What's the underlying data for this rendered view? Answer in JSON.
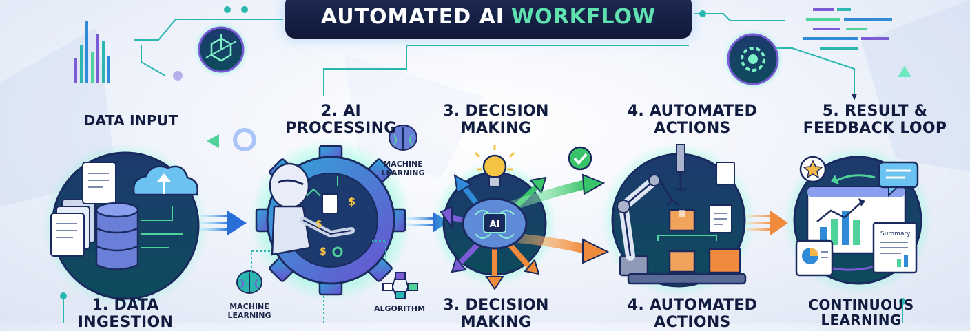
{
  "title": {
    "part1": "AUTOMATED AI",
    "part2": "WORKFLOW"
  },
  "stages": [
    {
      "header": "DATA INPUT",
      "footer_line1": "1. DATA",
      "footer_line2": "INGESTION"
    },
    {
      "header_line1": "2. AI",
      "header_line2": "PROCESSING",
      "side_label_line1": "MACHINE",
      "side_label_line2": "LEARNING",
      "footer_left_line1": "MACHINE",
      "footer_left_line2": "LEARNING",
      "footer_right": "ALGORITHM"
    },
    {
      "header_line1": "3. DECISION",
      "header_line2": "MAKING",
      "center_label": "AI",
      "footer_line1": "3. DECISION",
      "footer_line2": "MAKING"
    },
    {
      "header_line1": "4. AUTOMATED",
      "header_line2": "ACTIONS",
      "footer_line1": "4. AUTOMATED",
      "footer_line2": "ACTIONS"
    },
    {
      "header_line1": "5. RESULT &",
      "header_line2": "FEEDBACK LOOP",
      "doc_label": "Summary",
      "footer_line1": "CONTINUOUS",
      "footer_line2": "LEARNING"
    }
  ],
  "colors": {
    "navy": "#1a2a5e",
    "teal": "#2bb7b0",
    "green": "#4fd39a",
    "purple": "#7b5cd6",
    "orange": "#f08a3c",
    "cyan": "#6fd3ff"
  },
  "icons": [
    "document-stack-icon",
    "database-icon",
    "cloud-upload-icon",
    "robot-icon",
    "gear-icon",
    "brain-icon",
    "lightbulb-icon",
    "checkmark-icon",
    "robotic-arm-icon",
    "box-icon",
    "report-chart-icon",
    "star-icon",
    "chat-icon",
    "pie-chart-icon",
    "algorithm-icon",
    "bar-chart-icon"
  ]
}
